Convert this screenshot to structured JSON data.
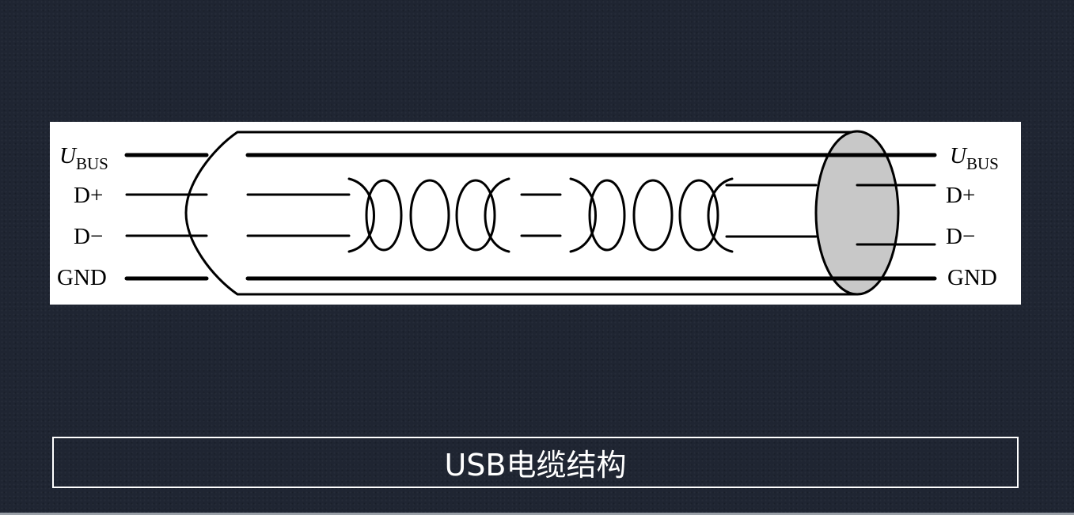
{
  "caption": "USB电缆结构",
  "wires_left": {
    "vbus_main": "U",
    "vbus_sub": "BUS",
    "dplus": "D+",
    "dminus": "D−",
    "gnd": "GND"
  },
  "wires_right": {
    "vbus_main": "U",
    "vbus_sub": "BUS",
    "dplus": "D+",
    "dminus": "D−",
    "gnd": "GND"
  },
  "colors": {
    "background": "#1f2532",
    "panel": "#ffffff",
    "line": "#000000",
    "shield_end": "#c8c8c8",
    "caption_text": "#ffffff"
  }
}
